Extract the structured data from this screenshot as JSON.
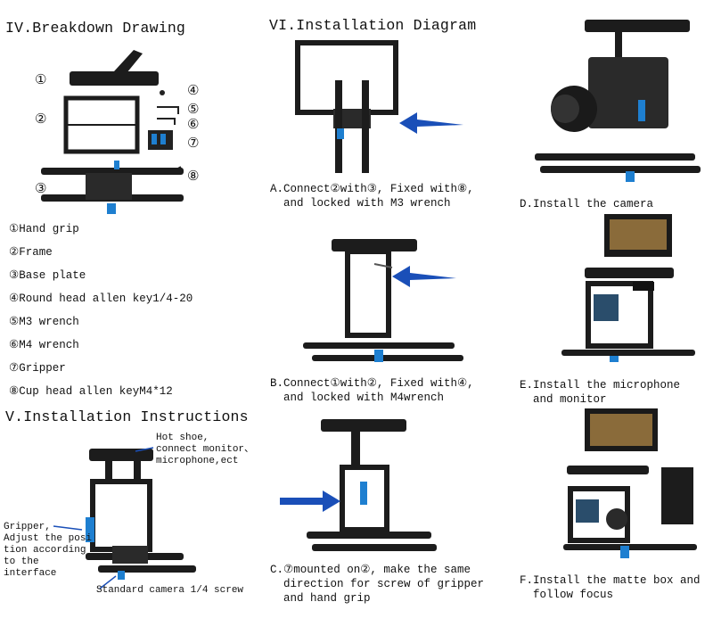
{
  "section4": {
    "title": "IV.Breakdown Drawing",
    "callouts": [
      "①",
      "②",
      "③",
      "④",
      "⑤",
      "⑥",
      "⑦",
      "⑧"
    ],
    "parts": [
      "①Hand grip",
      "②Frame",
      "③Base plate",
      "④Round head allen key1/4-20",
      "⑤M3 wrench",
      "⑥M4 wrench",
      "⑦Gripper",
      "⑧Cup head allen keyM4*12"
    ]
  },
  "section5": {
    "title": "V.Installation Instructions",
    "hotshoe": "Hot shoe,\nconnect monitor、\nmicrophone,ect",
    "gripper": "Gripper,\nAdjust the posi\ntion according\nto the\ninterface",
    "screw": "Standard camera 1/4 screw"
  },
  "section6": {
    "title": "VI.Installation Diagram",
    "stepA": "A.Connect②with③, Fixed with⑧,\n  and locked with M3 wrench",
    "stepB": "B.Connect①with②, Fixed with④,\n  and locked with M4wrench",
    "stepC": "C.⑦mounted on②, make the same\n  direction for screw of gripper\n  and hand grip",
    "stepD": "D.Install the camera",
    "stepE": "E.Install the microphone\n  and monitor",
    "stepF": "F.Install the matte box and\n  follow focus"
  },
  "colors": {
    "metal": "#1c1c1c",
    "accent": "#1e7fd0",
    "arrow": "#1a4fb8"
  }
}
